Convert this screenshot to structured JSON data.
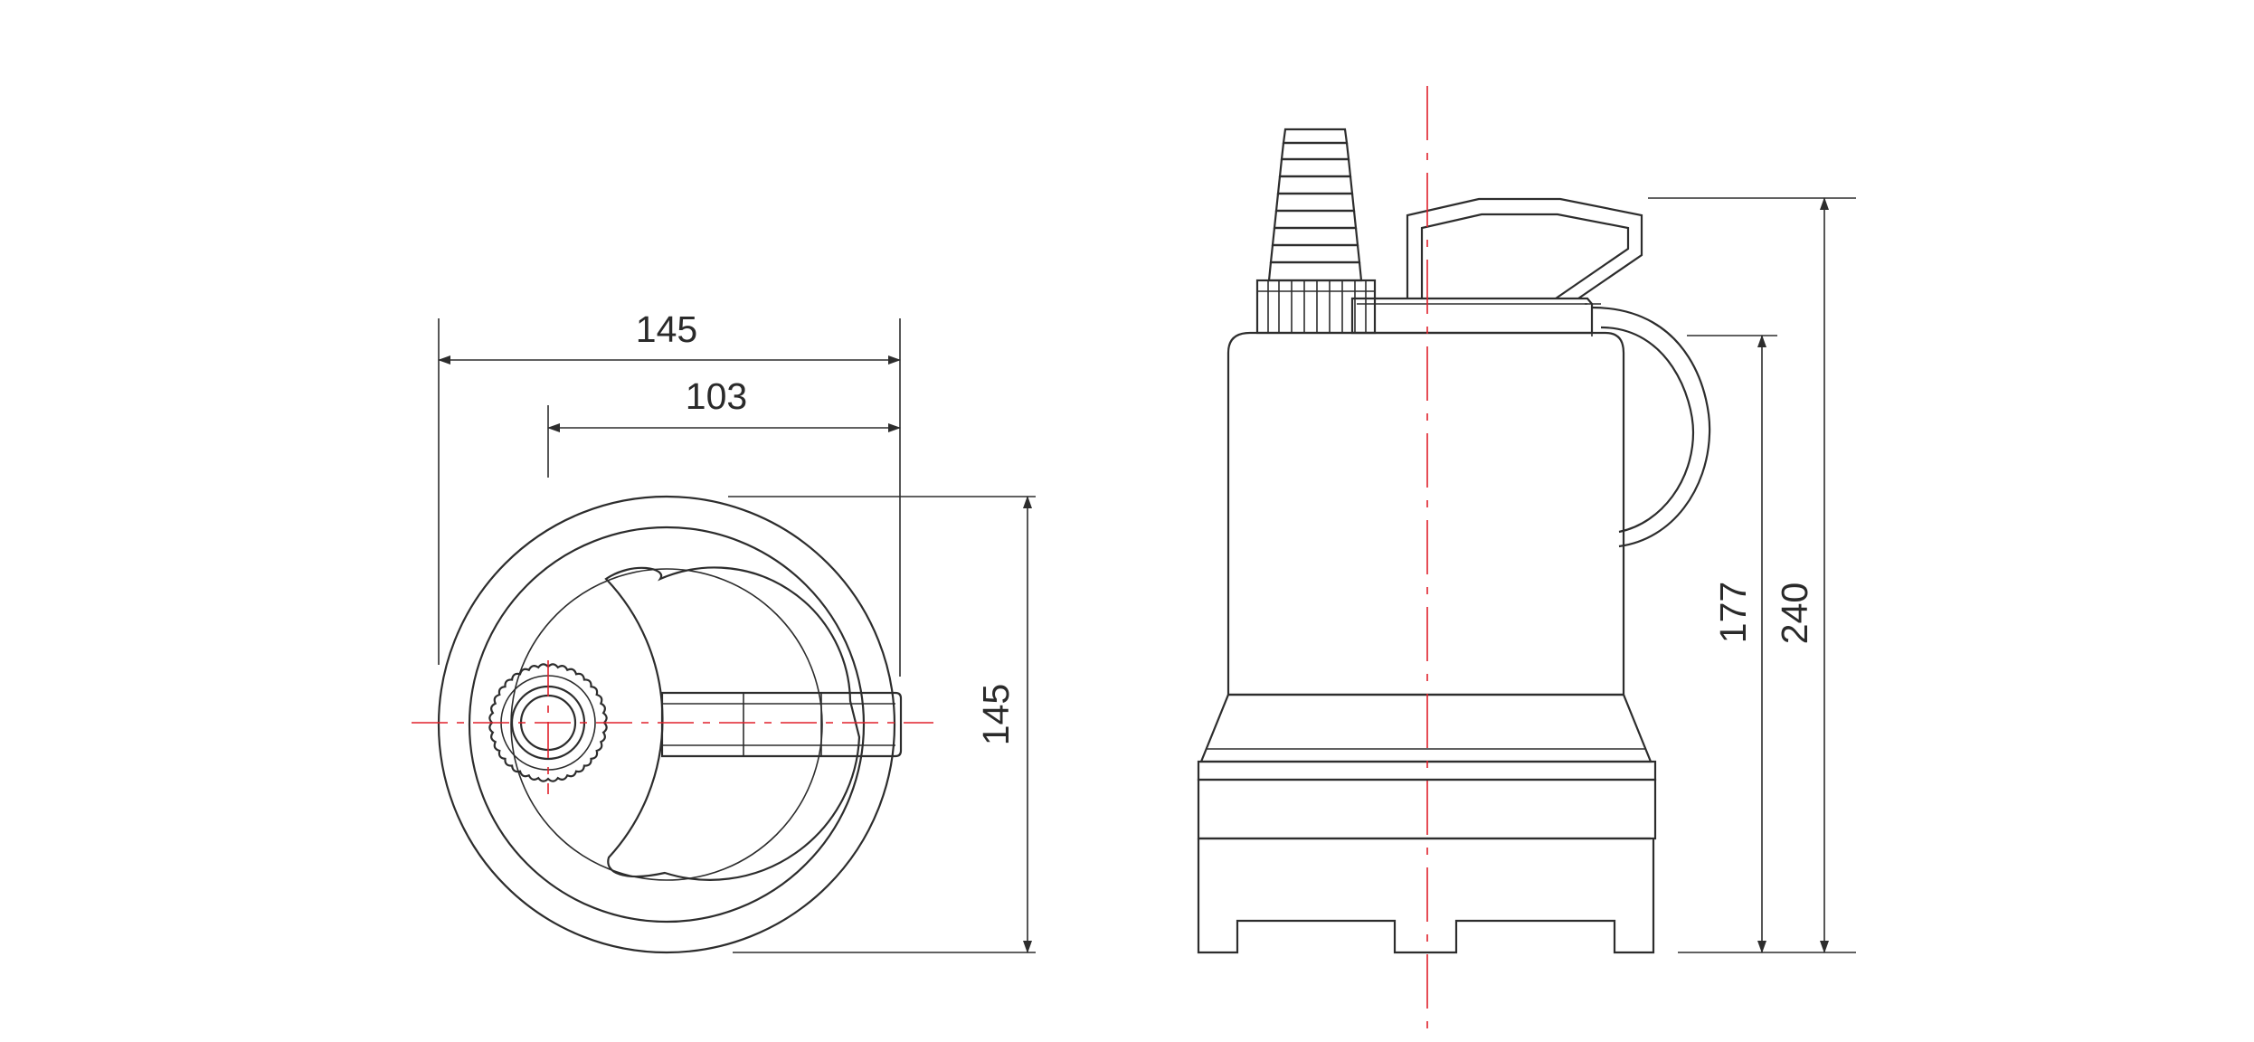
{
  "drawing": {
    "views": [
      "top-view",
      "side-view"
    ],
    "colors": {
      "outline": "#2d2d2d",
      "centerline": "#e0212b",
      "dimension_text": "#2a2a2a"
    },
    "top_view": {
      "dim_overall_width": "145",
      "dim_inlet_offset": "103",
      "dim_overall_depth": "145"
    },
    "side_view": {
      "dim_body_height": "177",
      "dim_total_height": "240"
    }
  }
}
